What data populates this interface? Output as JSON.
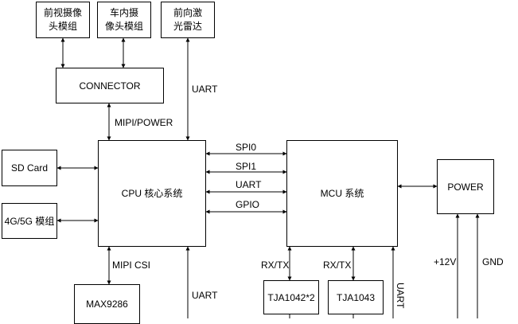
{
  "blocks": {
    "front_camera": "前视摄像\n头模组",
    "cabin_camera": "车内摄\n像头模组",
    "front_lidar": "前向激\n光雷达",
    "connector": "CONNECTOR",
    "sd_card": "SD Card",
    "lte_module": "4G/5G 模组",
    "cpu": "CPU 核心系统",
    "mcu": "MCU 系统",
    "power": "POWER",
    "max9286": "MAX9286",
    "tja1042": "TJA1042*2",
    "tja1043": "TJA1043"
  },
  "labels": {
    "uart_lidar": "UART",
    "mipi_power": "MIPI/POWER",
    "spi0": "SPI0",
    "spi1": "SPI1",
    "uart_cpu_mcu": "UART",
    "gpio": "GPIO",
    "mipi_csi": "MIPI CSI",
    "uart_bottom": "UART",
    "rxtx_1": "RX/TX",
    "rxtx_2": "RX/TX",
    "uart_mcu_vertical": "UART",
    "plus12v": "+12V",
    "gnd": "GND"
  }
}
